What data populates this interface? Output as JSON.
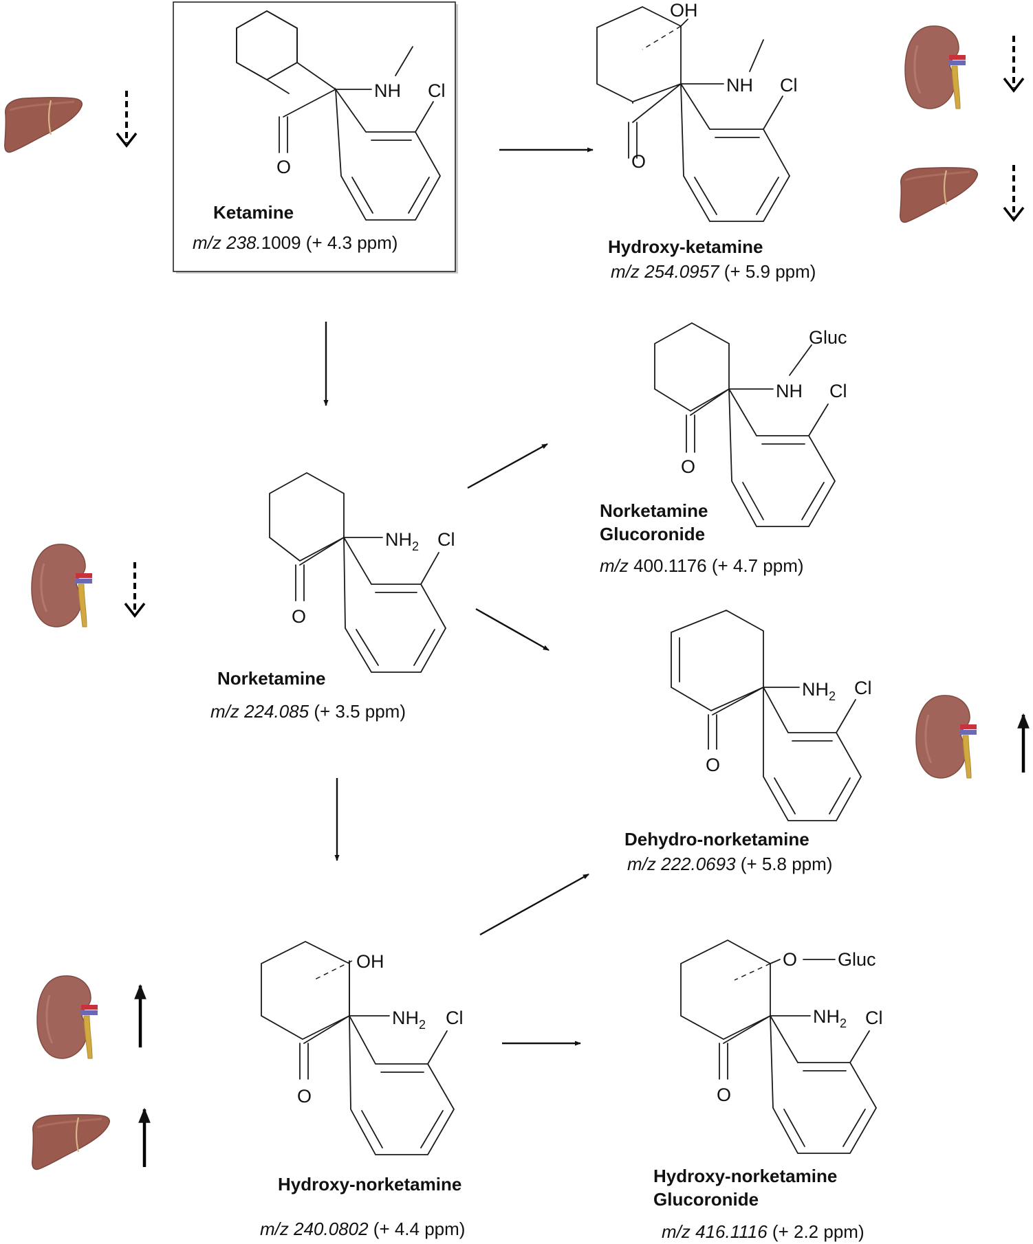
{
  "atoms": {
    "nh": "NH",
    "nh2_base": "NH",
    "nh2_sub": "2",
    "cl": "Cl",
    "o": "O",
    "oh": "OH",
    "gluc": "Gluc"
  },
  "compounds": {
    "ketamine": {
      "name": "Ketamine",
      "mz_label": "m/z",
      "mz_italic": " 238.",
      "mz_rest": "1009",
      "ppm": " (+ 4.3 ppm)"
    },
    "hydroxy_ketamine": {
      "name": "Hydroxy-ketamine",
      "mz_label": "m/z",
      "mz_italic": " 254.0957",
      "mz_rest": "",
      "ppm": " (+ 5.9 ppm)"
    },
    "norketamine": {
      "name": "Norketamine",
      "mz_label": "m/z",
      "mz_italic": " 224.085",
      "mz_rest": "",
      "ppm": " (+ 3.5 ppm)"
    },
    "norketamine_glucoronide": {
      "name_line1": "Norketamine",
      "name_line2": "Glucoronide",
      "mz_label": "m/z",
      "mz_italic": "",
      "mz_rest": " 400.1176",
      "ppm": " (+ 4.7 ppm)"
    },
    "dehydro_norketamine": {
      "name": "Dehydro-norketamine",
      "mz_label": "m/z",
      "mz_italic": " 222.0693",
      "mz_rest": "",
      "ppm": " (+ 5.8 ppm)"
    },
    "hydroxy_norketamine": {
      "name": "Hydroxy-norketamine",
      "mz_label": "m/z",
      "mz_italic": " 240.0802",
      "mz_rest": "",
      "ppm": " (+ 4.4 ppm)"
    },
    "hydroxy_norketamine_glucoronide": {
      "name_line1": "Hydroxy-norketamine",
      "name_line2": "Glucoronide",
      "mz_label": "m/z",
      "mz_italic": " 416.1116",
      "mz_rest": "",
      "ppm": " (+ 2.2 ppm)"
    }
  },
  "organ_indicators": [
    {
      "organ": "liver",
      "trend": "decrease",
      "near": "ketamine"
    },
    {
      "organ": "kidney",
      "trend": "decrease",
      "near": "hydroxy_ketamine"
    },
    {
      "organ": "liver",
      "trend": "decrease",
      "near": "hydroxy_ketamine"
    },
    {
      "organ": "kidney",
      "trend": "decrease",
      "near": "norketamine"
    },
    {
      "organ": "kidney",
      "trend": "increase",
      "near": "dehydro_norketamine"
    },
    {
      "organ": "kidney",
      "trend": "increase",
      "near": "hydroxy_norketamine"
    },
    {
      "organ": "liver",
      "trend": "increase",
      "near": "hydroxy_norketamine"
    }
  ],
  "colors": {
    "liver": "#9a5a4e",
    "kidney": "#a0645a",
    "vessel_red": "#c8323c",
    "vessel_blue": "#6a6ab4",
    "ureter": "#d2a840"
  }
}
